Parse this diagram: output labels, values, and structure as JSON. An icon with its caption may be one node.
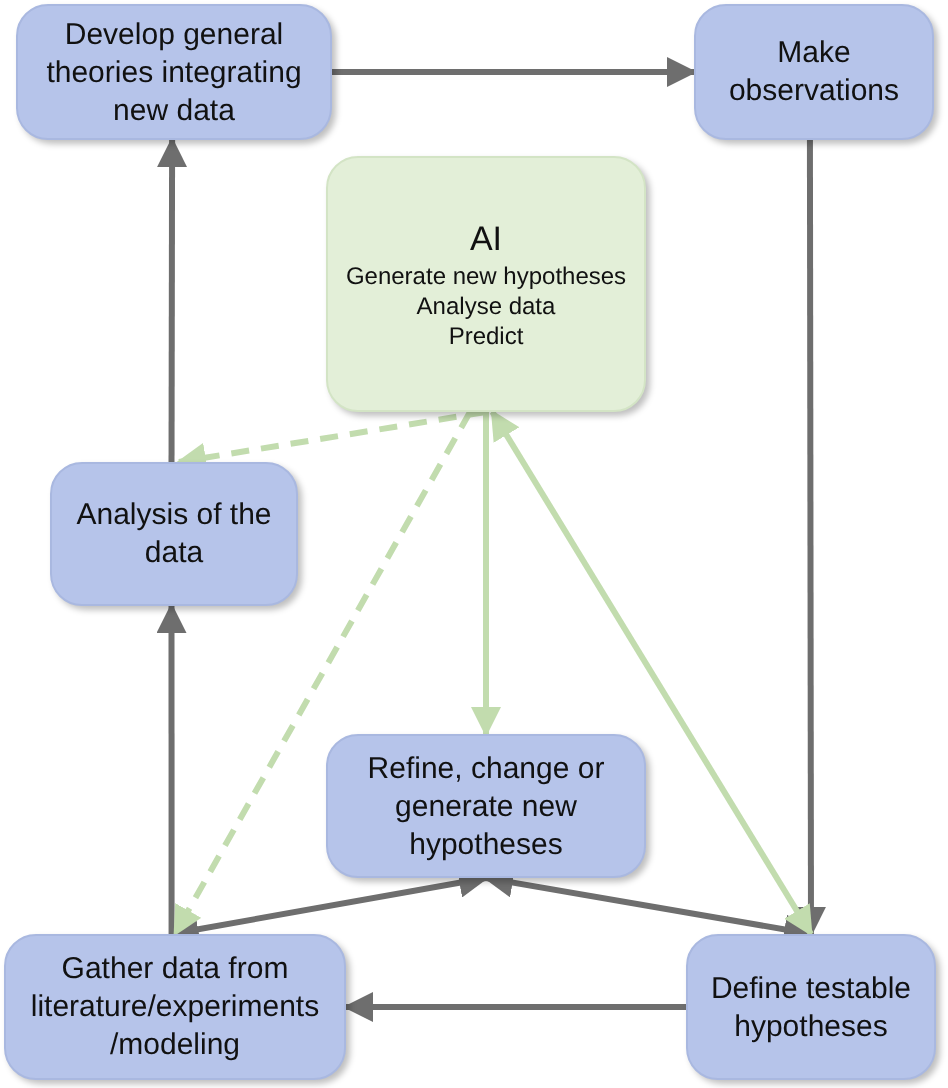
{
  "diagram": {
    "nodes": [
      {
        "text": [
          "Develop general theories integrating new data"
        ]
      },
      {
        "text": [
          "Make observations"
        ]
      },
      {
        "text": [
          "AI",
          "Generate new hypotheses",
          "Analyse data",
          "Predict"
        ]
      },
      {
        "text": [
          "Analysis of the data"
        ]
      },
      {
        "text": [
          "Refine, change or generate new hypotheses"
        ]
      },
      {
        "text": [
          "Gather data from literature/experiments /modeling"
        ]
      },
      {
        "text": [
          "Define testable hypotheses"
        ]
      }
    ],
    "edges": [
      {
        "from": 0,
        "to": 1,
        "arrow": "to"
      },
      {
        "from": 1,
        "to": 6,
        "arrow": "to"
      },
      {
        "from": 6,
        "to": 5,
        "arrow": "to"
      },
      {
        "from": 5,
        "to": 3,
        "arrow": "to"
      },
      {
        "from": 3,
        "to": 0,
        "arrow": "to"
      },
      {
        "from": 4,
        "to": 5,
        "arrow": "both"
      },
      {
        "from": 4,
        "to": 6,
        "arrow": "both"
      },
      {
        "from": 2,
        "to": 3,
        "arrow": "to",
        "style": "dashed",
        "color": "#c2dcae"
      },
      {
        "from": 2,
        "to": 5,
        "arrow": "to",
        "style": "dashed",
        "color": "#c2dcae"
      },
      {
        "from": 2,
        "to": 4,
        "arrow": "to",
        "color": "#c2dcae"
      },
      {
        "from": 2,
        "to": 6,
        "arrow": "both",
        "color": "#c2dcae"
      }
    ]
  }
}
